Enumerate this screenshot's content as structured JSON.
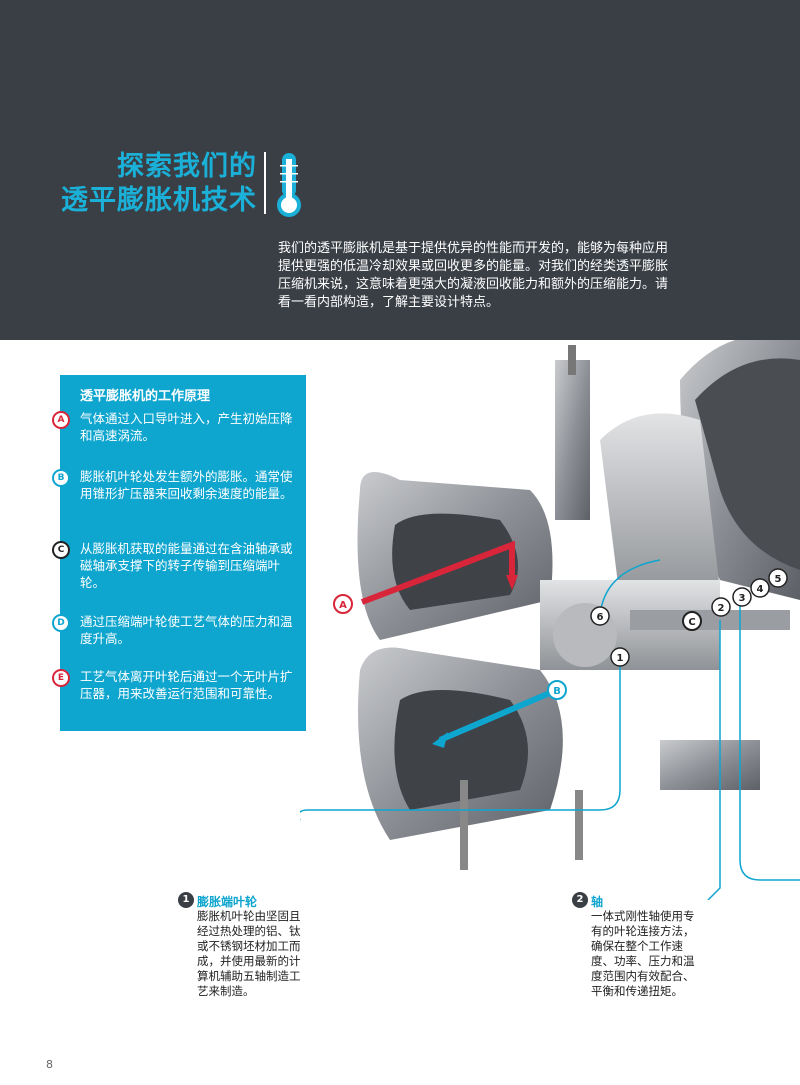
{
  "header": {
    "title_line1": "探索我们的",
    "title_line2": "透平膨胀机技术",
    "intro": "我们的透平膨胀机是基于提供优异的性能而开发的，能够为每种应用提供更强的低温冷却效果或回收更多的能量。对我们的经类透平膨胀压缩机来说，这意味着更强大的凝液回收能力和额外的压缩能力。请看一看内部构造，了解主要设计特点。",
    "icon": "thermometer-icon"
  },
  "panel": {
    "title": "透平膨胀机的工作原理",
    "steps": [
      {
        "badge": "A",
        "color": "#d9253a",
        "text": "气体通过入口导叶进入，产生初始压降和高速涡流。"
      },
      {
        "badge": "B",
        "color": "#0ea5cf",
        "text": "膨胀机叶轮处发生额外的膨胀。通常使用锥形扩压器来回收剩余速度的能量。"
      },
      {
        "badge": "C",
        "color": "#222222",
        "text": "从膨胀机获取的能量通过在含油轴承或磁轴承支撑下的转子传输到压缩端叶轮。"
      },
      {
        "badge": "D",
        "color": "#0ea5cf",
        "text": "通过压缩端叶轮使工艺气体的压力和温度升高。"
      },
      {
        "badge": "E",
        "color": "#d9253a",
        "text": "工艺气体离开叶轮后通过一个无叶片扩压器，用来改善运行范围和可靠性。"
      }
    ]
  },
  "diagram": {
    "labels": [
      "A",
      "B",
      "C",
      "1",
      "2",
      "3",
      "4",
      "5",
      "6"
    ]
  },
  "callouts": [
    {
      "num": "1",
      "title": "膨胀端叶轮",
      "body": "膨胀机叶轮由坚固且经过热处理的铝、钛或不锈钢坯材加工而成，并使用最新的计算机辅助五轴制造工艺来制造。"
    },
    {
      "num": "2",
      "title": "轴",
      "body": "一体式刚性轴使用专有的叶轮连接方法，确保在整个工作速度、功率、压力和温度范围内有效配合、平衡和传递扭矩。"
    }
  ],
  "page_number": "8",
  "colors": {
    "header_bg": "#3a3f46",
    "accent": "#0ea5cf",
    "red": "#d9253a"
  }
}
